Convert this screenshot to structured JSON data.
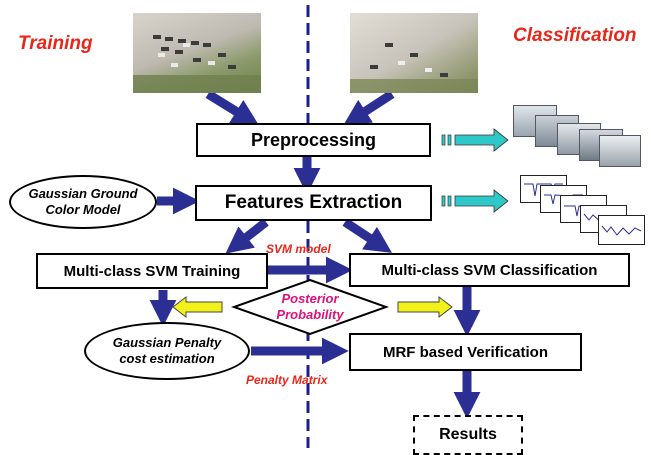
{
  "side_titles": {
    "left": "Training",
    "right": "Classification"
  },
  "boxes": {
    "preprocessing": "Preprocessing",
    "features": "Features Extraction",
    "svm_training": "Multi-class SVM Training",
    "svm_classification": "Multi-class SVM Classification",
    "mrf": "MRF based Verification",
    "results": "Results"
  },
  "ellipses": {
    "ground_model": [
      "Gaussian Ground",
      "Color Model"
    ],
    "penalty": [
      "Gaussian Penalty",
      "cost estimation"
    ]
  },
  "labels": {
    "svm_model": "SVM model",
    "posterior": [
      "Posterior",
      "Probability"
    ],
    "penalty_matrix": "Penalty Matrix"
  },
  "colors": {
    "arrow": "#2b2f93",
    "cyan_arrow": "#2fc8c8",
    "yellow_arrow": "#f2f21a",
    "divider": "#1b1f8c",
    "title_red": "#e8261a",
    "label_pink": "#e0107a"
  }
}
